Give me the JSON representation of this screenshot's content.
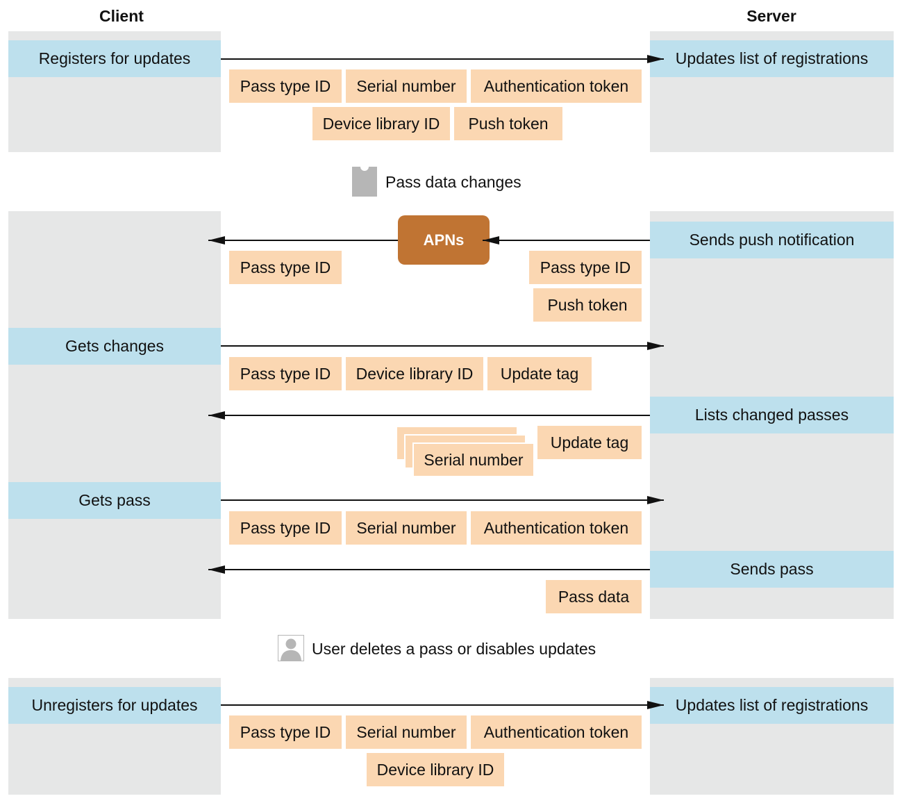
{
  "headers": {
    "client": "Client",
    "server": "Server"
  },
  "colors": {
    "panel": "#e6e7e7",
    "action": "#bde0ed",
    "parameter": "#fbd7b2",
    "apns": "#c07433"
  },
  "events": {
    "pass_data_changes": "Pass data changes",
    "user_deletes": "User deletes a pass or disables updates"
  },
  "register": {
    "client_action": "Registers for updates",
    "server_action": "Updates list of registrations",
    "params": [
      "Pass type ID",
      "Serial number",
      "Authentication token",
      "Device library ID",
      "Push token"
    ]
  },
  "push": {
    "server_action": "Sends push notification",
    "apns": "APNs",
    "client_params": [
      "Pass type ID"
    ],
    "server_params": [
      "Pass type ID",
      "Push token"
    ]
  },
  "get_changes": {
    "client_action": "Gets changes",
    "params": [
      "Pass type ID",
      "Device library ID",
      "Update tag"
    ]
  },
  "list_changes": {
    "server_action": "Lists changed passes",
    "params": [
      "Serial number",
      "Update tag"
    ]
  },
  "get_pass": {
    "client_action": "Gets pass",
    "params": [
      "Pass type ID",
      "Serial number",
      "Authentication token"
    ]
  },
  "send_pass": {
    "server_action": "Sends pass",
    "params": [
      "Pass data"
    ]
  },
  "unregister": {
    "client_action": "Unregisters for updates",
    "server_action": "Updates list of registrations",
    "params": [
      "Pass type ID",
      "Serial number",
      "Authentication token",
      "Device library ID"
    ]
  }
}
